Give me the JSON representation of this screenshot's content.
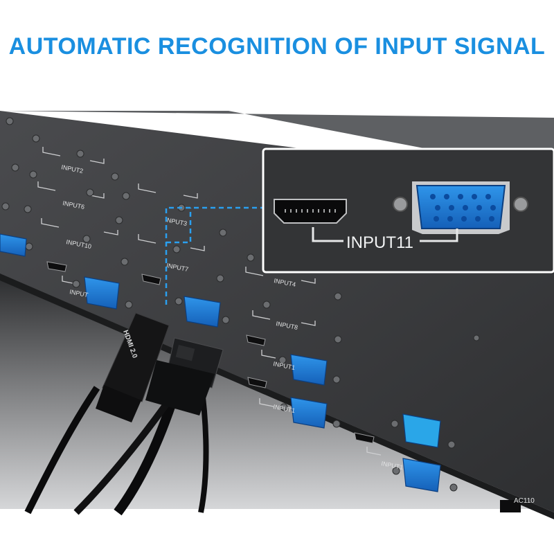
{
  "headline": "AUTOMATIC RECOGNITION OF INPUT SIGNAL",
  "colors": {
    "headline": "#1a8fe0",
    "vga_port": "#1f7fd6",
    "panel": "#3a3b3d",
    "callout_line": "#2aa0f0"
  },
  "panel_labels": {
    "input2": "INPUT2",
    "input6": "INPUT6",
    "input10": "INPUT10",
    "input3": "INPUT3",
    "input7": "INPUT7",
    "input4": "INPUT4",
    "input8": "INPUT8",
    "input_partial_a": "INPUT",
    "input_partial_b": "INPUT1",
    "input_partial_c": "INPUT1",
    "input_partial_d": "INPUT1"
  },
  "callout": {
    "label": "INPUT11"
  },
  "cable": {
    "hdmi_text": "HDMI 2.0"
  },
  "power": {
    "label": "AC110"
  }
}
